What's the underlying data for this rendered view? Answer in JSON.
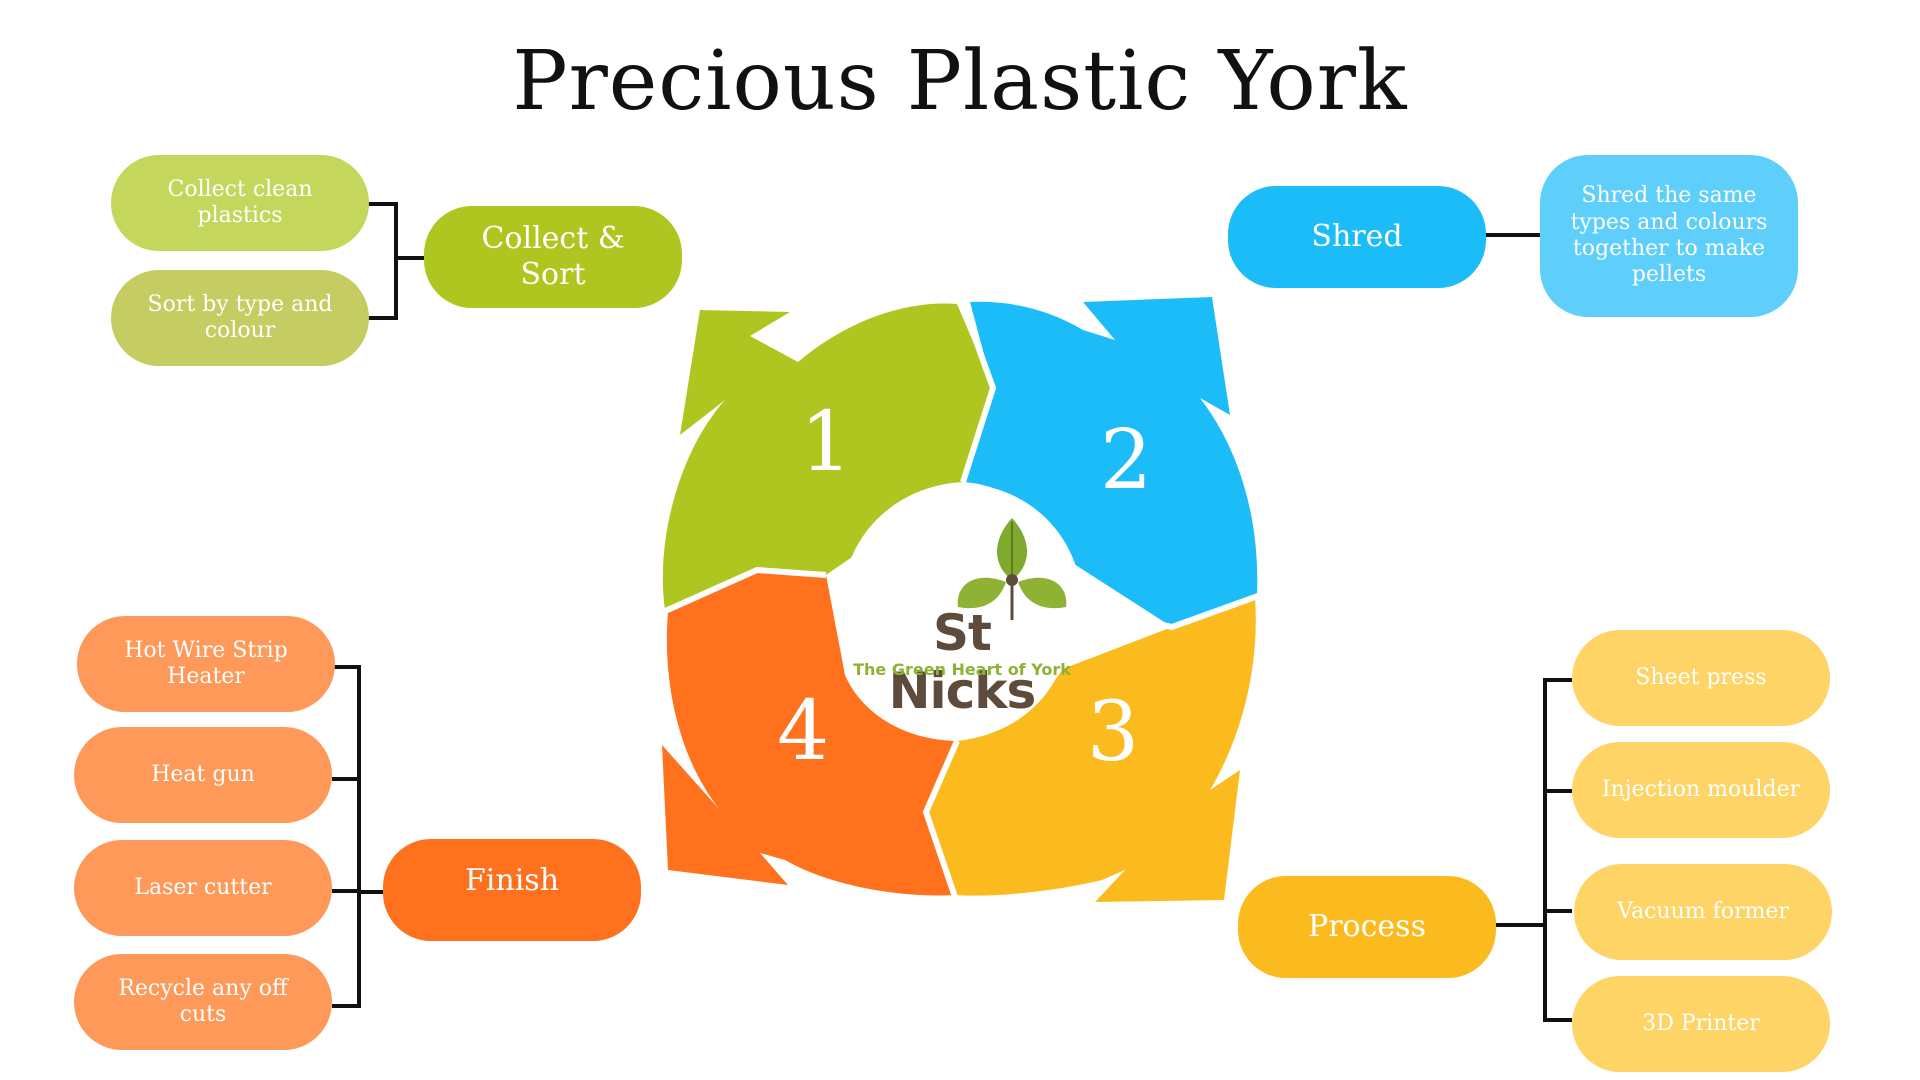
{
  "title": "Precious Plastic York",
  "colors": {
    "green": "#AFC620",
    "blue": "#1CBCF9",
    "yellow": "#FBBB1E",
    "orange": "#FF711D",
    "connector": "#111111"
  },
  "steps": [
    {
      "number": "1",
      "label": "Collect & Sort",
      "color": "#AFC620",
      "subitems": [
        "Collect clean plastics",
        "Sort by type and colour"
      ]
    },
    {
      "number": "2",
      "label": "Shred",
      "color": "#1CBCF9",
      "subitems": [
        "Shred the same types and colours together to make pellets"
      ]
    },
    {
      "number": "3",
      "label": "Process",
      "color": "#FBBB1E",
      "subitems": [
        "Sheet press",
        "Injection moulder",
        "Vacuum former",
        "3D Printer"
      ]
    },
    {
      "number": "4",
      "label": "Finish",
      "color": "#FF711D",
      "subitems": [
        "Hot Wire Strip Heater",
        "Heat gun",
        "Laser cutter",
        "Recycle any off cuts"
      ]
    }
  ],
  "logo": {
    "name": "St Nicks",
    "tagline": "The Green Heart of York"
  }
}
